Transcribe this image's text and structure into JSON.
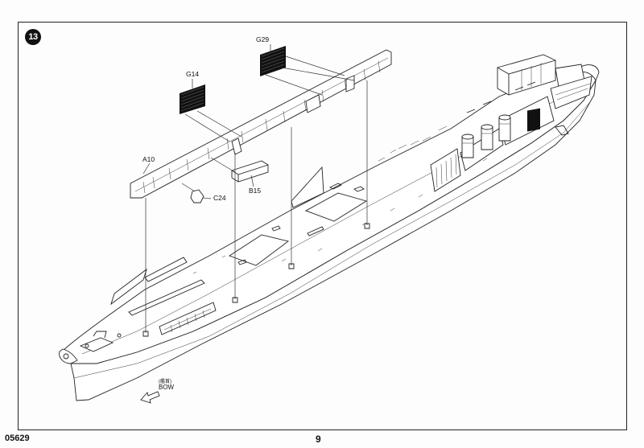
{
  "step": {
    "number": "13"
  },
  "parts": {
    "g29": "G29",
    "g14": "G14",
    "a10": "A10",
    "c24": "C24",
    "b15": "B15"
  },
  "direction": {
    "label_cn": "(艦首)",
    "label_en": "BOW",
    "icon": "arrow-left-down-icon"
  },
  "footer": {
    "product_code": "05629",
    "page_number": "9"
  },
  "colors": {
    "ink": "#222222",
    "paper": "#fdfdfd"
  }
}
